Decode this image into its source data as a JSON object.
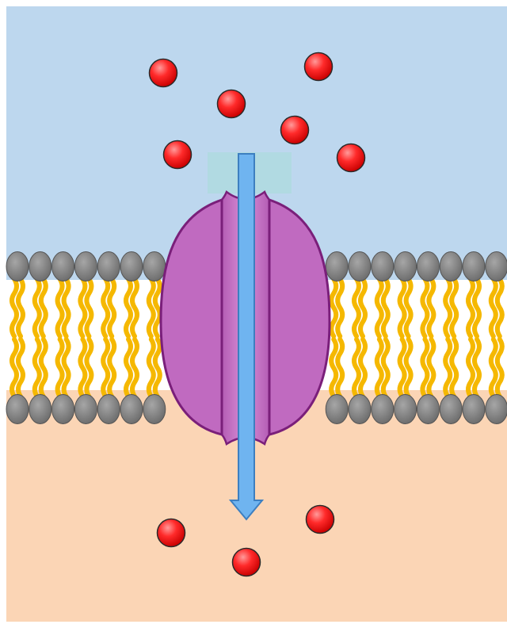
{
  "diagram": {
    "type": "membrane-channel-transport",
    "regions": [
      "extracellular",
      "lipid-bilayer",
      "intracellular"
    ],
    "molecule_counts": {
      "above_membrane": 6,
      "below_membrane": 3
    },
    "transport_direction": "down",
    "colors": {
      "extracellular": "#bdd7ee",
      "intracellular": "#fbd5b5",
      "phospholipid_head": "#808080",
      "lipid_tail": "#f5b800",
      "channel_protein": "#c06ac0",
      "channel_outline": "#7a1f7a",
      "arrow": "#6fb4f0",
      "molecule": "#ff2a2a"
    }
  }
}
